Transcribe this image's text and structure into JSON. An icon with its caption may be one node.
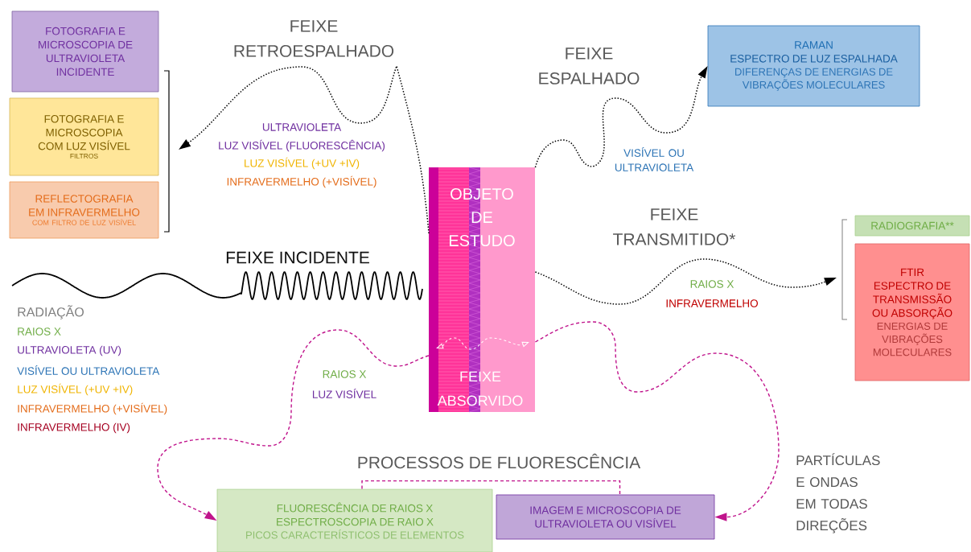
{
  "diagram": {
    "nodes": [
      {
        "text": [
          "FOTOGRAFIA E MICROSCOPIA DE ULTRAVIOLETA INCIDENTE"
        ]
      },
      {
        "text": [
          "FOTOGRAFIA E MICROSCOPIA COM LUZ VISÍVEL",
          "FILTROS"
        ]
      },
      {
        "text": [
          "REFLECTOGRAFIA EM INFRAVERMELHO",
          "COM FILTRO DE LUZ VISÍVEL"
        ]
      },
      {
        "text": [
          "OBJETO DE ESTUDO",
          "FEIXE ABSORVIDO"
        ]
      },
      {
        "text": [
          "RAMAN",
          "ESPECTRO DE LUZ ESPALHADA",
          "DIFERENÇAS DE ENERGIAS DE VIBRAÇÕES MOLECULARES"
        ]
      },
      {
        "text": [
          "RADIOGRAFIA**"
        ]
      },
      {
        "text": [
          "FTIR",
          "ESPECTRO DE TRANSMISSÃO OU ABSORÇÃO",
          "ENERGIAS DE VIBRAÇÕES MOLECULARES"
        ]
      },
      {
        "text": [
          "FLUORESCÊNCIA DE RAIOS X",
          "ESPECTROSCOPIA DE RAIO X",
          "PICOS CARACTERÍSTICOS DE ELEMENTOS"
        ]
      },
      {
        "text": [
          "IMAGEM E MICROSCOPIA DE ULTRAVIOLETA OU VISÍVEL"
        ]
      }
    ],
    "edges": [
      {
        "from": 3,
        "to": null,
        "arrow": "to"
      },
      {
        "from": 3,
        "to": 4,
        "arrow": "to"
      },
      {
        "from": 3,
        "to": null,
        "arrow": "to"
      },
      {
        "from": 3,
        "to": 7,
        "arrow": "to",
        "style": "dashed",
        "color": "#c0148c"
      },
      {
        "from": 3,
        "to": 8,
        "arrow": "to",
        "style": "dashed",
        "color": "#c0148c"
      },
      {
        "from": 7,
        "to": 8,
        "arrow": "none",
        "style": "dashed",
        "color": "#c0148c"
      }
    ],
    "labels": [
      "FEIXE RETROESPALHADO",
      "ULTRAVIOLETA",
      "LUZ VISÍVEL (FLUORESCÊNCIA)",
      "LUZ VISÍVEL (+UV +IV)",
      "INFRAVERMELHO (+VISÍVEL)",
      "FEIXE ESPALHADO",
      "VISÍVEL OU ULTRAVIOLETA",
      "FEIXE TRANSMITIDO*",
      "RAIOS X",
      "INFRAVERMELHO",
      "FEIXE INCIDENTE",
      "RADIAÇÃO",
      "RAIOS X",
      "ULTRAVIOLETA (UV)",
      "VISÍVEL OU ULTRAVIOLETA",
      "LUZ VISÍVEL (+UV +IV)",
      "INFRAVERMELHO (+VISÍVEL)",
      "INFRAVERMELHO (IV)",
      "RAIOS X",
      "LUZ VISÍVEL",
      "PROCESSOS DE FLUORESCÊNCIA",
      "PARTÍCULAS E ONDAS EM TODAS DIREÇÕES"
    ]
  }
}
